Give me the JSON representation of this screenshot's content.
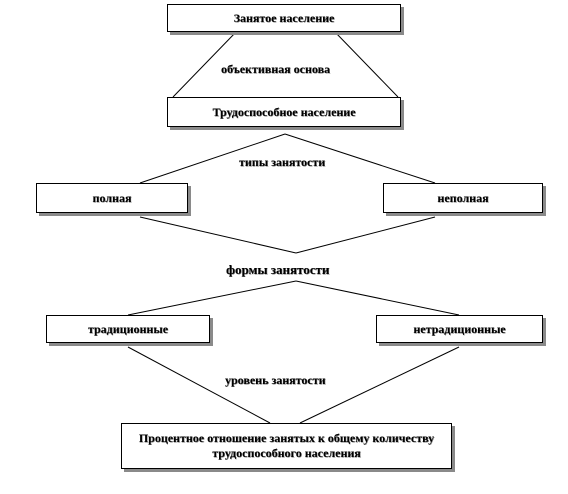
{
  "boxes": {
    "employed": "Занятое население",
    "able_bodied": "Трудоспособное население",
    "full": "полная",
    "partial": "неполная",
    "traditional": "традиционные",
    "nontraditional": "нетрадиционные",
    "percentage": "Процентное отношение занятых к общему количеству трудоспособного населения"
  },
  "labels": {
    "objective_basis": "объективная основа",
    "employment_types": "типы занятости",
    "employment_forms": "формы занятости",
    "employment_level": "уровень занятости"
  }
}
